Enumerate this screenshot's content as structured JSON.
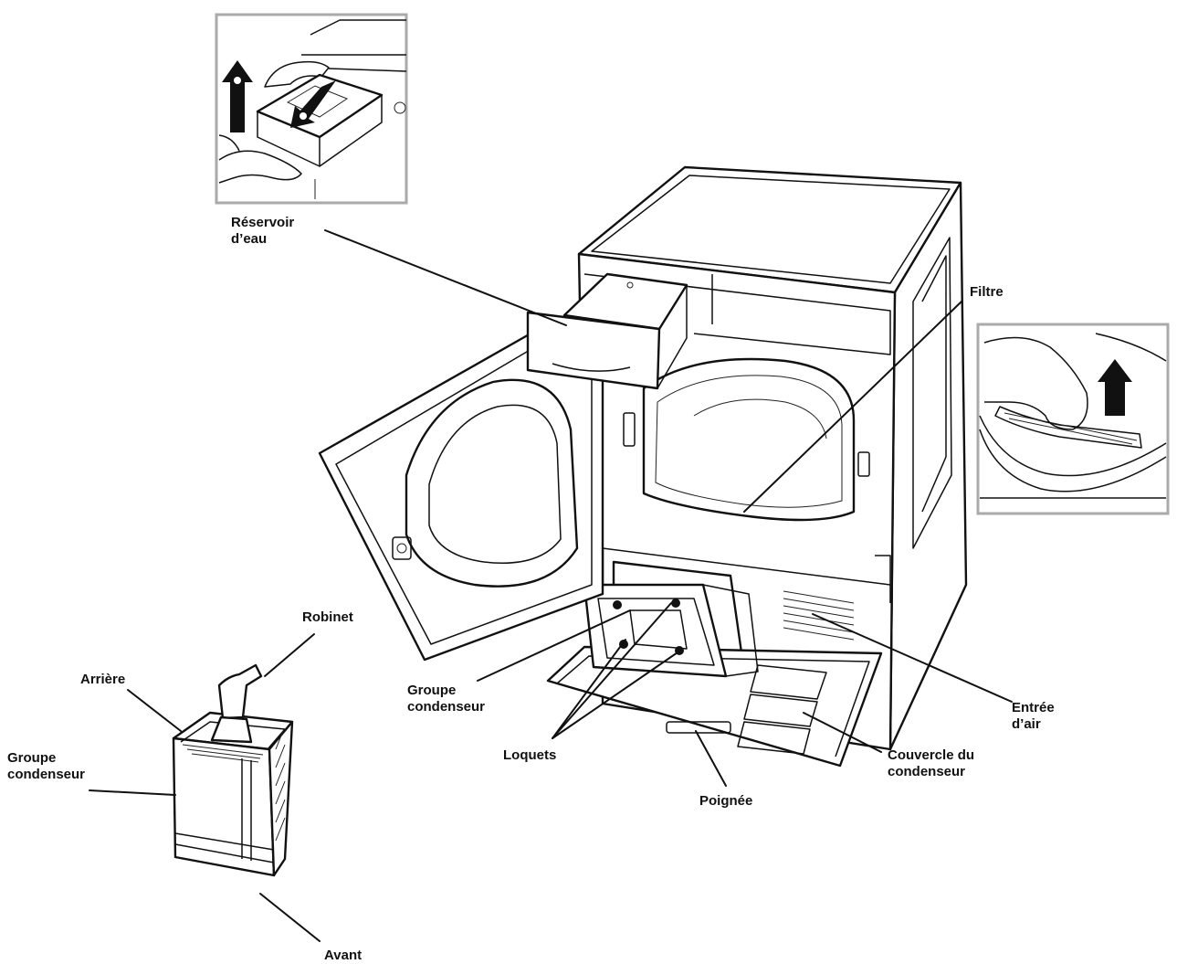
{
  "labels": {
    "reservoir_line1": "Réservoir",
    "reservoir_line2": "d’eau",
    "filtre": "Filtre",
    "robinet": "Robinet",
    "arriere": "Arrière",
    "groupe_left_line1": "Groupe",
    "groupe_left_line2": "condenseur",
    "groupe_center_line1": "Groupe",
    "groupe_center_line2": "condenseur",
    "loquets": "Loquets",
    "poignee": "Poignée",
    "entree_line1": "Entrée",
    "entree_line2": "d’air",
    "couvercle_line1": "Couvercle du",
    "couvercle_line2": "condenseur",
    "avant": "Avant"
  },
  "icons": {
    "inset_water_tank": "water-tank-removal-inset",
    "inset_filter": "filter-removal-inset",
    "condenser_unit": "condenser-unit-illustration",
    "dryer": "condenser-dryer-illustration"
  }
}
